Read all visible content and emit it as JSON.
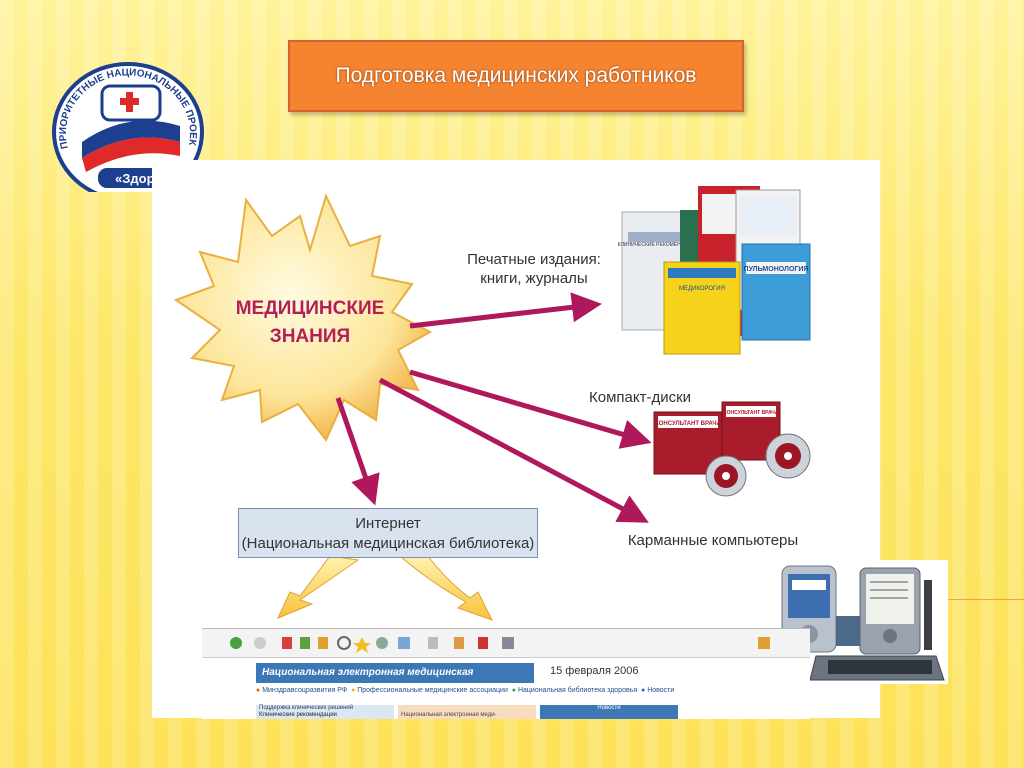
{
  "slide": {
    "title": "Подготовка медицинских работников"
  },
  "logo": {
    "ring_text": "ПРИОРИТЕТНЫЕ НАЦИОНАЛЬНЫЕ ПРОЕКТЫ",
    "banner_text": "«Здоровье»"
  },
  "diagram": {
    "center_line1": "МЕДИЦИНСКИЕ",
    "center_line2": "ЗНАНИЯ",
    "print_line1": "Печатные издания:",
    "print_line2": "книги, журналы",
    "cd_label": "Компакт-диски",
    "pda_label": "Карманные компьютеры",
    "internet_line1": "Интернет",
    "internet_line2": "(Национальная медицинская библиотека)"
  },
  "books": {
    "book1": "КЛИНИЧЕСКИЕ РЕКОМЕНДАЦИИ",
    "book2": "ПУЛЬМОНОЛОГИЯ",
    "book3": "МЕДИКОРОГИЯ"
  },
  "cds": {
    "title": "КОНСУЛЬТАНТ ВРАЧА"
  },
  "web": {
    "banner": "Национальная электронная медицинская библиотека",
    "date": "15 февраля 2006",
    "link1": "Минздравсоцразвития РФ",
    "link2": "Профессиональные медицинские ассоциации",
    "link3": "Национальная библиотека здоровья",
    "link4": "Новости",
    "col1": "Поддержка клинических решений",
    "col1_item": "Клинические рекомендации",
    "col2": "Национальная электронная меди-",
    "col3": "Новости"
  },
  "colors": {
    "title_bg": "#f5832f",
    "arrow": "#b0185e",
    "star_fill": "#fbe39a",
    "internet_box": "#d9e3ef"
  }
}
